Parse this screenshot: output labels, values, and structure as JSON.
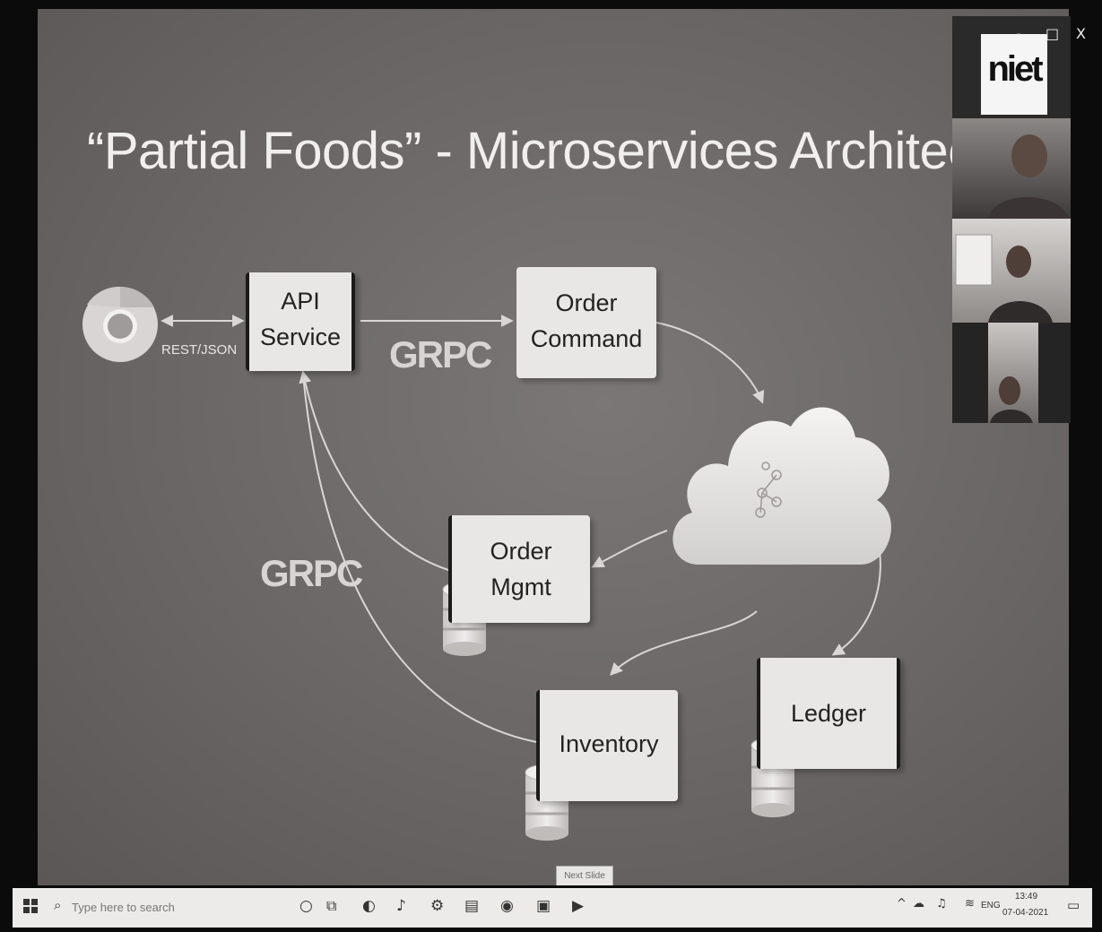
{
  "slide": {
    "title": "“Partial Foods” - Microservices Architecture",
    "rest_label": "REST/JSON",
    "grpc_label_top": "GRPC",
    "grpc_label_left": "GRPC",
    "services": {
      "api_line1": "API",
      "api_line2": "Service",
      "order_command_line1": "Order",
      "order_command_line2": "Command",
      "order_mgmt_line1": "Order",
      "order_mgmt_line2": "Mgmt",
      "inventory": "Inventory",
      "ledger": "Ledger"
    }
  },
  "video_panel": {
    "logo_text": "niet",
    "window_controls": [
      "-",
      "□",
      "X"
    ]
  },
  "taskbar": {
    "search_placeholder": "Type here to search",
    "language": "ENG",
    "time": "13:49",
    "date": "07-04-2021",
    "hover_tooltip": "Next Slide"
  },
  "colors": {
    "slide_bg": "#6e6b6a",
    "box_fill": "#e9e7e6",
    "arrow": "#d9d7d6",
    "taskbar": "#ecebea"
  }
}
